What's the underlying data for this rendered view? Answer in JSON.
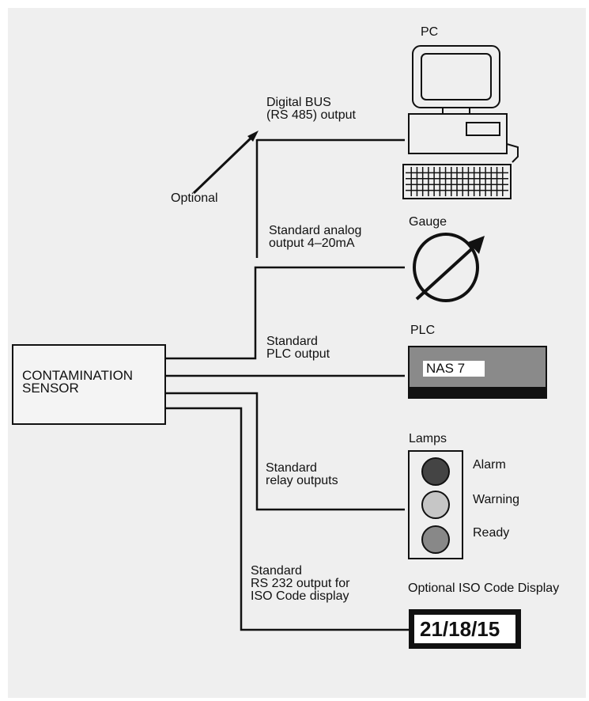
{
  "sensor": {
    "label_line1": "CONTAMINATION",
    "label_line2": "SENSOR"
  },
  "pc": {
    "title": "PC",
    "connection_label_line1": "Digital BUS",
    "connection_label_line2": "(RS 485) output",
    "optional_label": "Optional"
  },
  "gauge": {
    "title": "Gauge",
    "connection_label_line1": "Standard analog",
    "connection_label_line2": "output 4–20mA"
  },
  "plc": {
    "title": "PLC",
    "display_value": "NAS 7",
    "connection_label_line1": "Standard",
    "connection_label_line2": "PLC output"
  },
  "lamps": {
    "title": "Lamps",
    "connection_label_line1": "Standard",
    "connection_label_line2": "relay outputs",
    "items": [
      {
        "label": "Alarm",
        "color": "#444444"
      },
      {
        "label": "Warning",
        "color": "#c6c6c6"
      },
      {
        "label": "Ready",
        "color": "#888888"
      }
    ]
  },
  "iso_display": {
    "title": "Optional ISO Code Display",
    "value": "21/18/15",
    "connection_label_line1": "Standard",
    "connection_label_line2": "RS 232 output for",
    "connection_label_line3": "ISO Code display"
  }
}
